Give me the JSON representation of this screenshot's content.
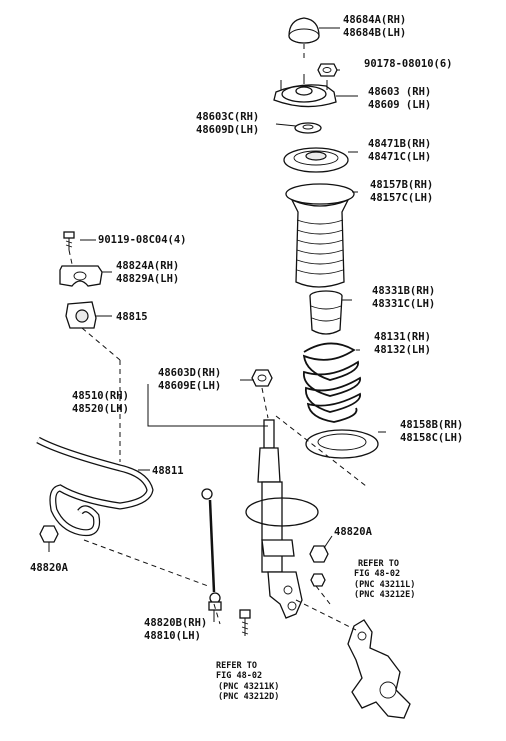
{
  "labels": {
    "p48684": [
      "48684A(RH)",
      "48684B(LH)"
    ],
    "p90178": "90178-08010(6)",
    "p48603": [
      "48603 (RH)",
      "48609 (LH)"
    ],
    "p48603c": [
      "48603C(RH)",
      "48609D(LH)"
    ],
    "p48471": [
      "48471B(RH)",
      "48471C(LH)"
    ],
    "p48157": [
      "48157B(RH)",
      "48157C(LH)"
    ],
    "p90119": "90119-08C04(4)",
    "p48824": [
      "48824A(RH)",
      "48829A(LH)"
    ],
    "p48815": "48815",
    "p48331": [
      "48331B(RH)",
      "48331C(LH)"
    ],
    "p48131": [
      "48131(RH)",
      "48132(LH)"
    ],
    "p48603d": [
      "48603D(RH)",
      "48609E(LH)"
    ],
    "p48510": [
      "48510(RH)",
      "48520(LH)"
    ],
    "p48158": [
      "48158B(RH)",
      "48158C(LH)"
    ],
    "p48811": "48811",
    "p48820a_right": "48820A",
    "p48820a_left": "48820A",
    "refer_upper": [
      "REFER TO",
      "FIG 48-02",
      "(PNC 43211L)",
      "(PNC 43212E)"
    ],
    "p48820b": [
      "48820B(RH)",
      "48810(LH)"
    ],
    "refer_lower": [
      "REFER TO",
      "FIG 48-02",
      "(PNC 43211K)",
      "(PNC 43212D)"
    ]
  }
}
